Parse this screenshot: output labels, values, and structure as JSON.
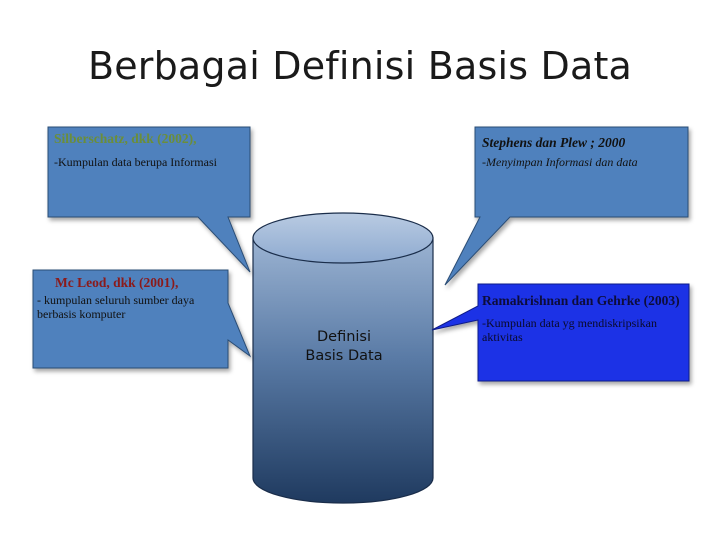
{
  "slide": {
    "title": "Berbagai Definisi Basis Data"
  },
  "center": {
    "label_line1": "Definisi",
    "label_line2": "Basis Data"
  },
  "callouts": [
    {
      "heading": "Silberschatz, dkk (2002),",
      "description": "-Kumpulan data berupa Informasi"
    },
    {
      "heading": "Stephens dan Plew ; 2000",
      "description": "-Menyimpan Informasi dan data"
    },
    {
      "heading": "Mc Leod, dkk (2001),",
      "description": "- kumpulan seluruh sumber daya berbasis komputer"
    },
    {
      "heading": "Ramakrishnan dan Gehrke (2003)",
      "description": "-Kumpulan data yg mendiskripsikan aktivitas"
    }
  ],
  "colors": {
    "callout_fill": "#4f81bd",
    "callout_highlight_fill": "#1f33e6",
    "heading_green": "#6b8e3a",
    "heading_red": "#8b1a1a",
    "cylinder_top": "#9fb8d6",
    "cylinder_body_dark": "#1f3a5f"
  }
}
